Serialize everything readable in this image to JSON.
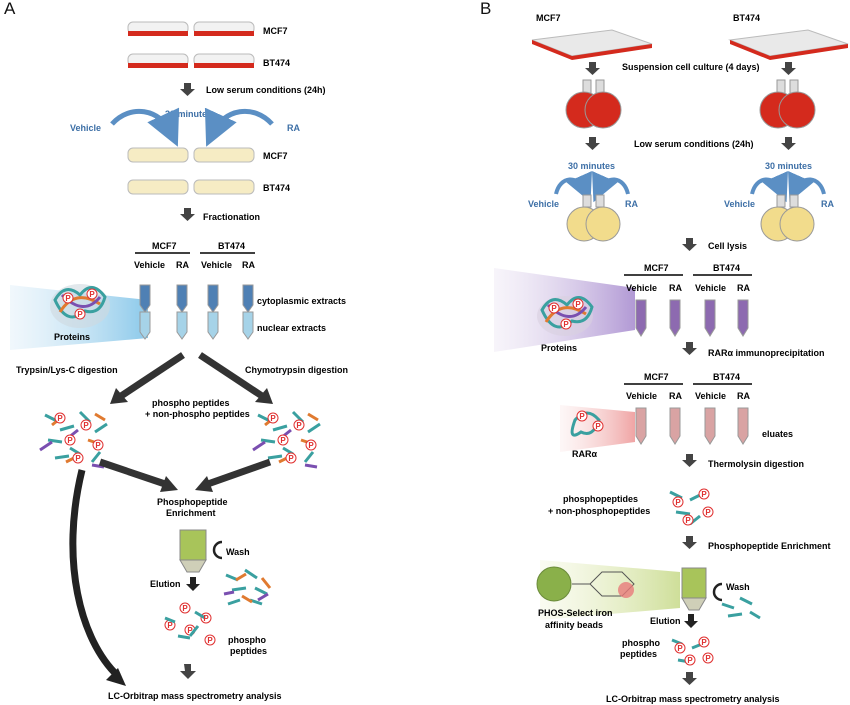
{
  "colors": {
    "red_media": "#d42a1d",
    "serum_low_media": "#f2dc8c",
    "arrow_blue": "#5b8fc4",
    "label_blue": "#3d6fa6",
    "tube_blue": "#5a8ab8",
    "tube_purple": "#8d6ab0",
    "tube_pink": "#d9a3a3",
    "bead_green": "#8ab04a",
    "column_green": "#a8c45a",
    "phospho_red": "#e03030"
  },
  "panel_a": {
    "letter": "A",
    "dish_mcf7": "MCF7",
    "dish_bt474": "BT474",
    "low_serum": "Low serum conditions (24h)",
    "vehicle": "Vehicle",
    "thirty_minutes": "30 minutes",
    "ra": "RA",
    "dish2_mcf7": "MCF7",
    "dish2_bt474": "BT474",
    "fractionation": "Fractionation",
    "tube_header_mcf7": "MCF7",
    "tube_header_bt474": "BT474",
    "tube_vehicle_1": "Vehicle",
    "tube_ra_1": "RA",
    "tube_vehicle_2": "Vehicle",
    "tube_ra_2": "RA",
    "cytoplasmic": "cytoplasmic extracts",
    "nuclear": "nuclear extracts",
    "proteins": "Proteins",
    "trypsin": "Trypsin/Lys-C digestion",
    "chymotrypsin": "Chymotrypsin digestion",
    "phospho_line1": "phospho peptides",
    "phospho_line2": "+ non-phospho peptides",
    "enrichment_line1": "Phosphopeptide",
    "enrichment_line2": "Enrichment",
    "wash": "Wash",
    "elution": "Elution",
    "phospho_pep_line1": "phospho",
    "phospho_pep_line2": "peptides",
    "lc_orbitrap": "LC-Orbitrap mass spectrometry analysis",
    "p_mark": "P"
  },
  "panel_b": {
    "letter": "B",
    "mcf7": "MCF7",
    "bt474": "BT474",
    "suspension": "Suspension cell culture (4 days)",
    "low_serum": "Low serum conditions (24h)",
    "thirty_minutes_left": "30 minutes",
    "thirty_minutes_right": "30 minutes",
    "vehicle_left": "Vehicle",
    "ra_left": "RA",
    "vehicle_right": "Vehicle",
    "ra_right": "RA",
    "cell_lysis": "Cell lysis",
    "tube_header_mcf7": "MCF7",
    "tube_header_bt474": "BT474",
    "tube_vehicle_1": "Vehicle",
    "tube_ra_1": "RA",
    "tube_vehicle_2": "Vehicle",
    "tube_ra_2": "RA",
    "proteins": "Proteins",
    "rar_ip": "RARα immunoprecipitation",
    "tube2_header_mcf7": "MCF7",
    "tube2_header_bt474": "BT474",
    "tube2_vehicle_1": "Vehicle",
    "tube2_ra_1": "RA",
    "tube2_vehicle_2": "Vehicle",
    "tube2_ra_2": "RA",
    "rara": "RARα",
    "eluates": "eluates",
    "thermolysin": "Thermolysin digestion",
    "phospho_line1": "phosphopeptides",
    "phospho_line2": "+ non-phosphopeptides",
    "enrichment": "Phosphopeptide Enrichment",
    "wash": "Wash",
    "beads_line1": "PHOS-Select iron",
    "beads_line2": "affinity beads",
    "elution": "Elution",
    "phospho_pep_line1": "phospho",
    "phospho_pep_line2": "peptides",
    "lc_orbitrap": "LC-Orbitrap mass spectrometry analysis",
    "p_mark": "P"
  }
}
